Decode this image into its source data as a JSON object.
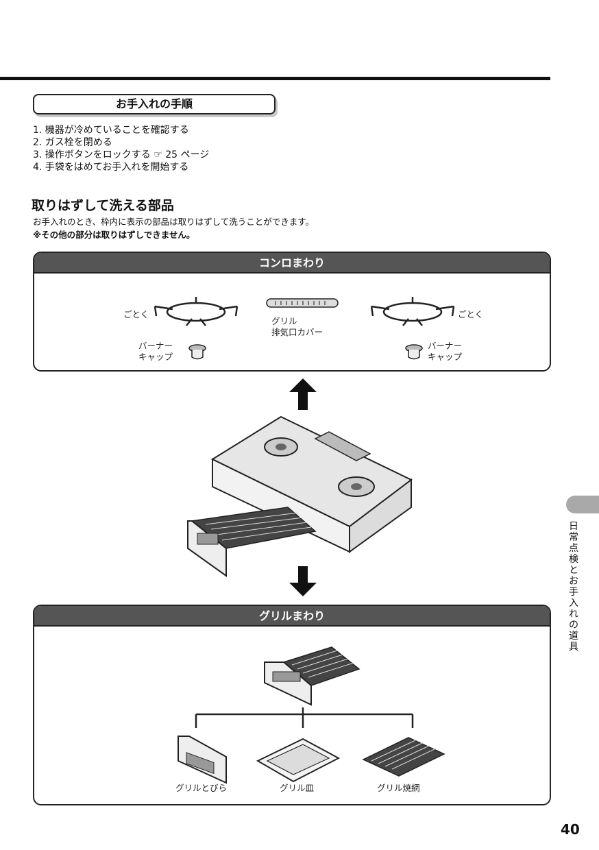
{
  "procedure": {
    "title": "お手入れの手順",
    "steps": [
      "1. 機器が冷めていることを確認する",
      "2. ガス栓を閉める",
      "3. 操作ボタンをロックする ☞ 25 ページ",
      "4. 手袋をはめてお手入れを開始する"
    ]
  },
  "parts": {
    "title": "取りはずして洗える部品",
    "description": "お手入れのとき、枠内に表示の部品は取りはずして洗うことができます。",
    "note": "※その他の部分は取りはずしできません。"
  },
  "konro_panel": {
    "title": "コンロまわり",
    "gotoku_left": "ごとく",
    "gotoku_right": "ごとく",
    "grill_cover_line1": "グリル",
    "grill_cover_line2": "排気口カバー",
    "burner_left_line1": "バーナー",
    "burner_left_line2": "キャップ",
    "burner_right_line1": "バーナー",
    "burner_right_line2": "キャップ"
  },
  "grill_panel": {
    "title": "グリルまわり",
    "item_door": "グリルとびら",
    "item_plate": "グリル皿",
    "item_net": "グリル焼網"
  },
  "side_tab": {
    "label": "日常点検とお手入れの道具"
  },
  "page_number": "40"
}
